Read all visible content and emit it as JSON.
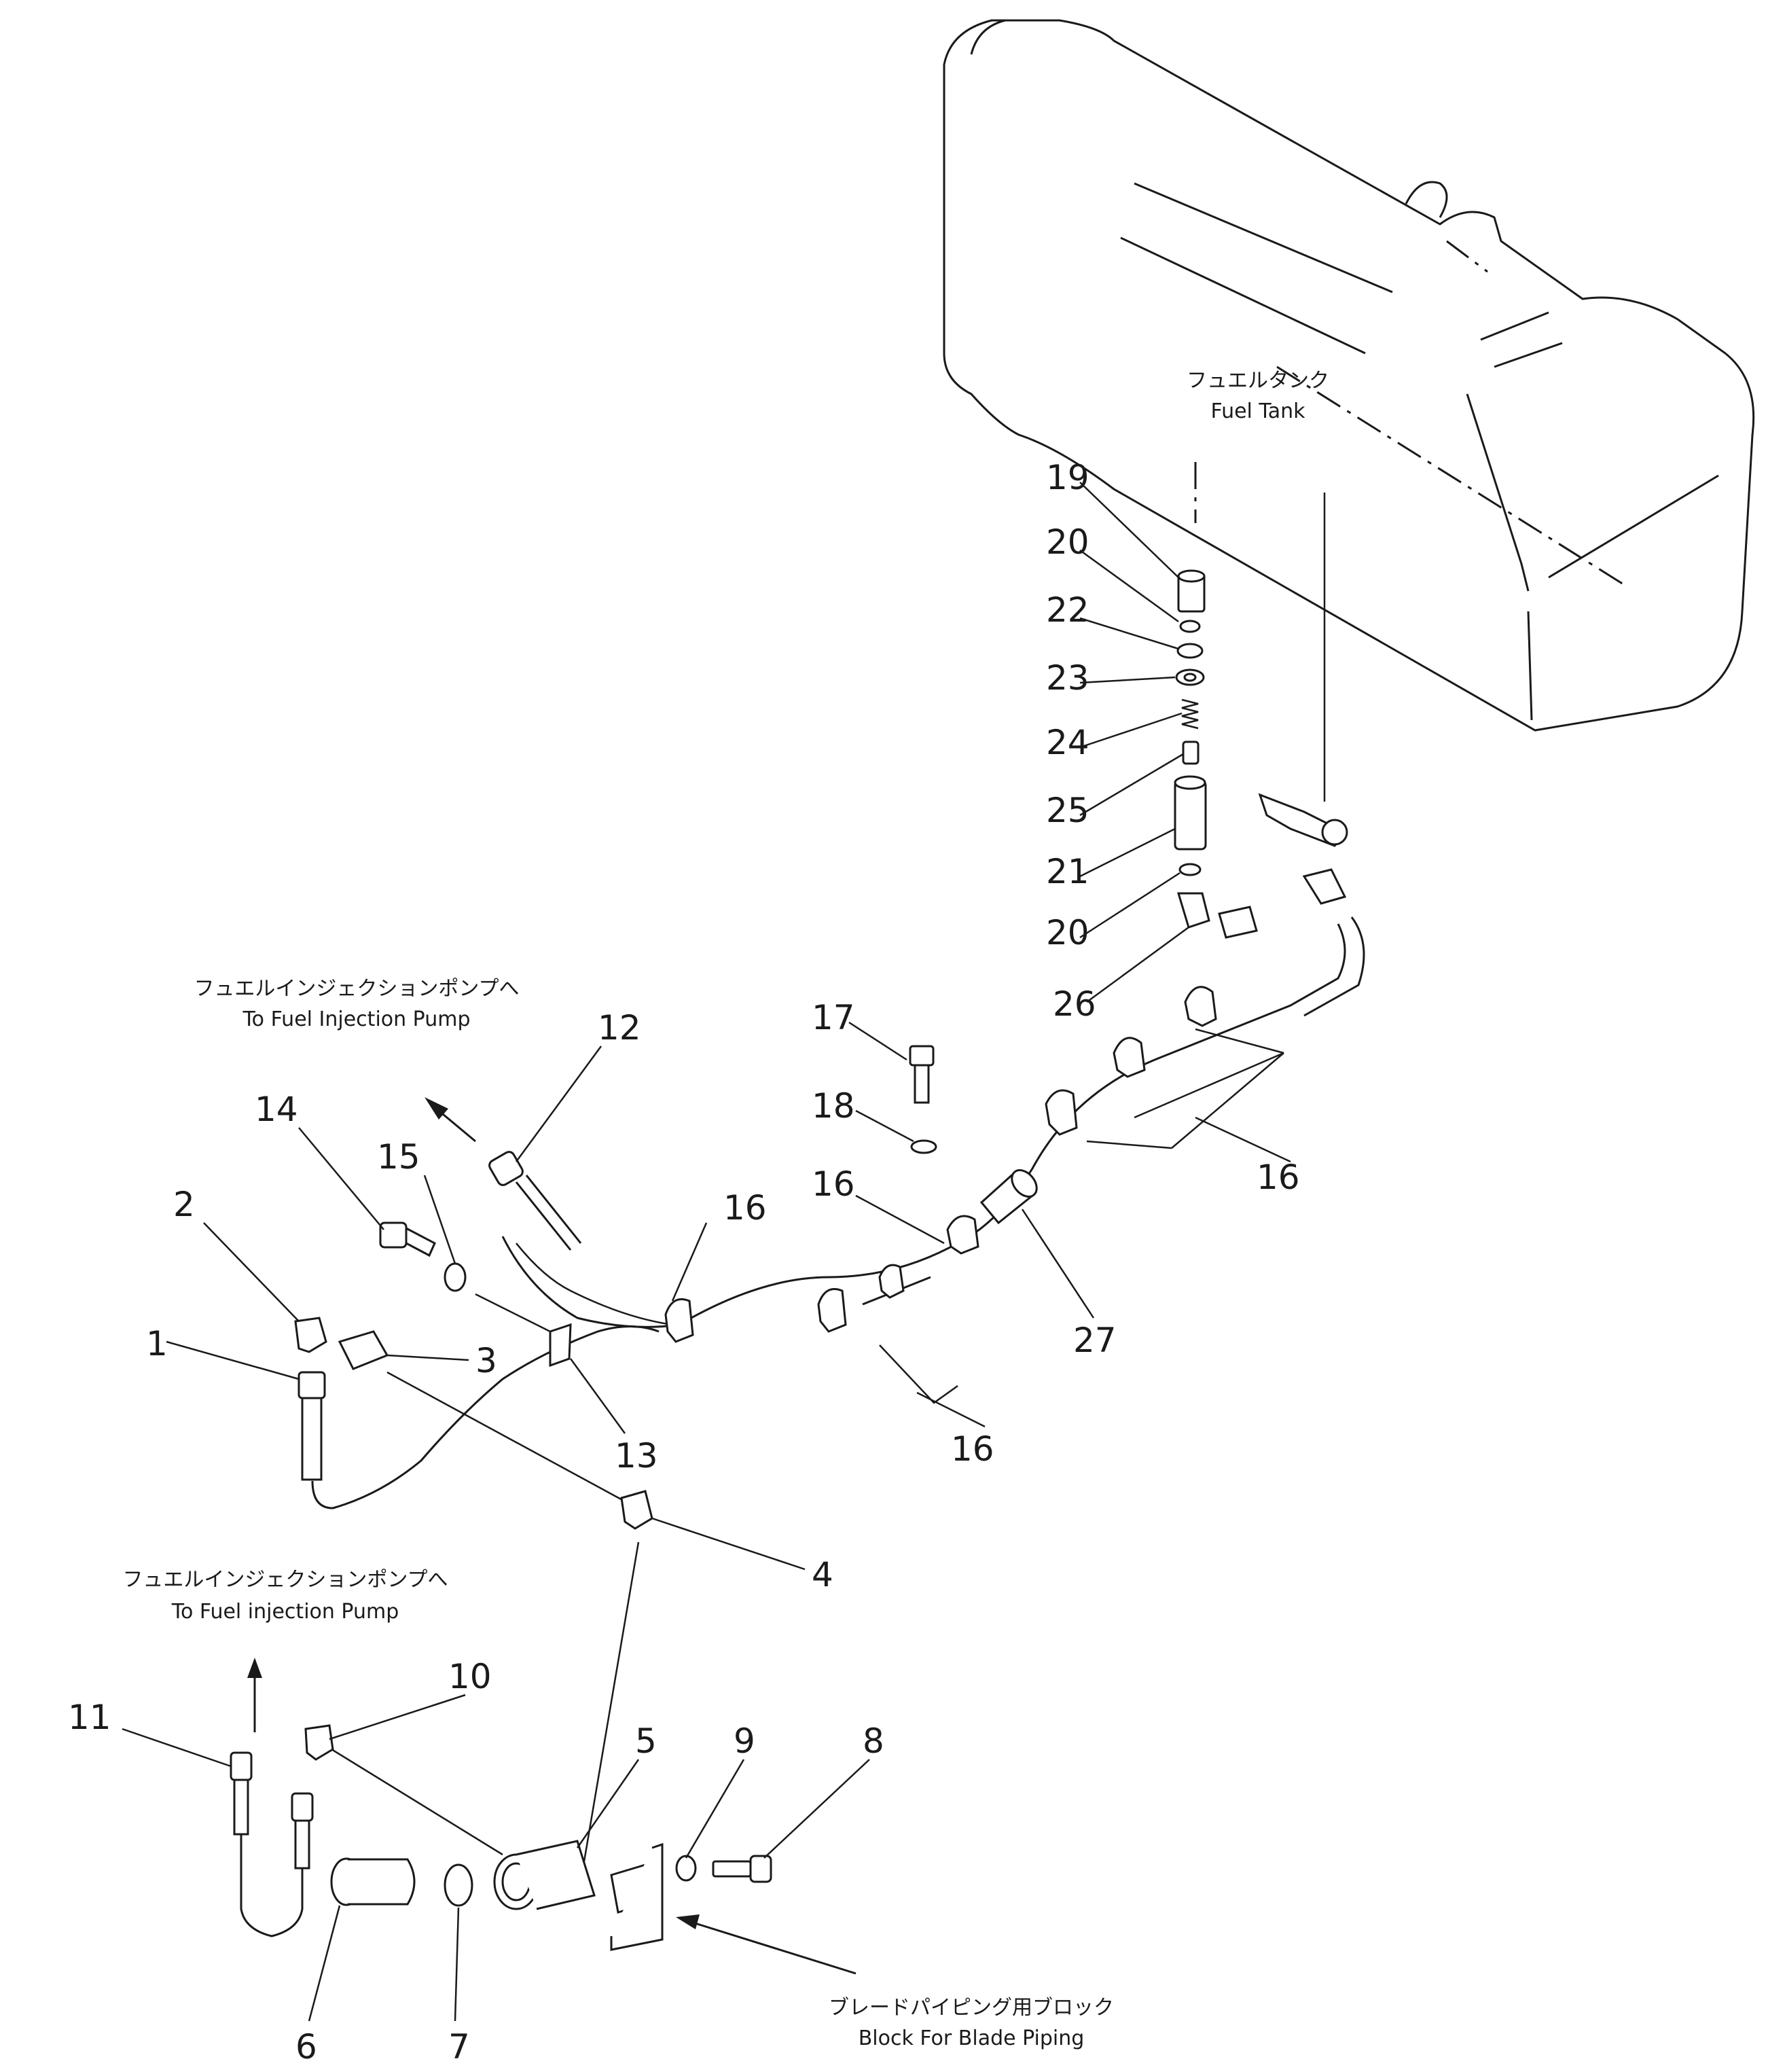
{
  "diagram": {
    "captions": {
      "fuel_tank_jp": "フュエルタンク",
      "fuel_tank_en": "Fuel Tank",
      "pump_upper_jp": "フュエルインジェクションポンプへ",
      "pump_upper_en": "To Fuel Injection Pump",
      "pump_lower_jp": "フュエルインジェクションポンプへ",
      "pump_lower_en": "To Fuel injection Pump",
      "block_jp": "ブレードパイピング用ブロック",
      "block_en": "Block For Blade Piping"
    },
    "part_numbers": {
      "p1": "1",
      "p2": "2",
      "p3": "3",
      "p4": "4",
      "p5": "5",
      "p6": "6",
      "p7": "7",
      "p8": "8",
      "p9": "9",
      "p10": "10",
      "p11": "11",
      "p12": "12",
      "p13": "13",
      "p14": "14",
      "p15": "15",
      "p16a": "16",
      "p16b": "16",
      "p16c": "16",
      "p16d": "16",
      "p17": "17",
      "p18": "18",
      "p19": "19",
      "p20a": "20",
      "p20b": "20",
      "p21": "21",
      "p22": "22",
      "p23": "23",
      "p24": "24",
      "p25": "25",
      "p26": "26",
      "p27": "27"
    }
  }
}
